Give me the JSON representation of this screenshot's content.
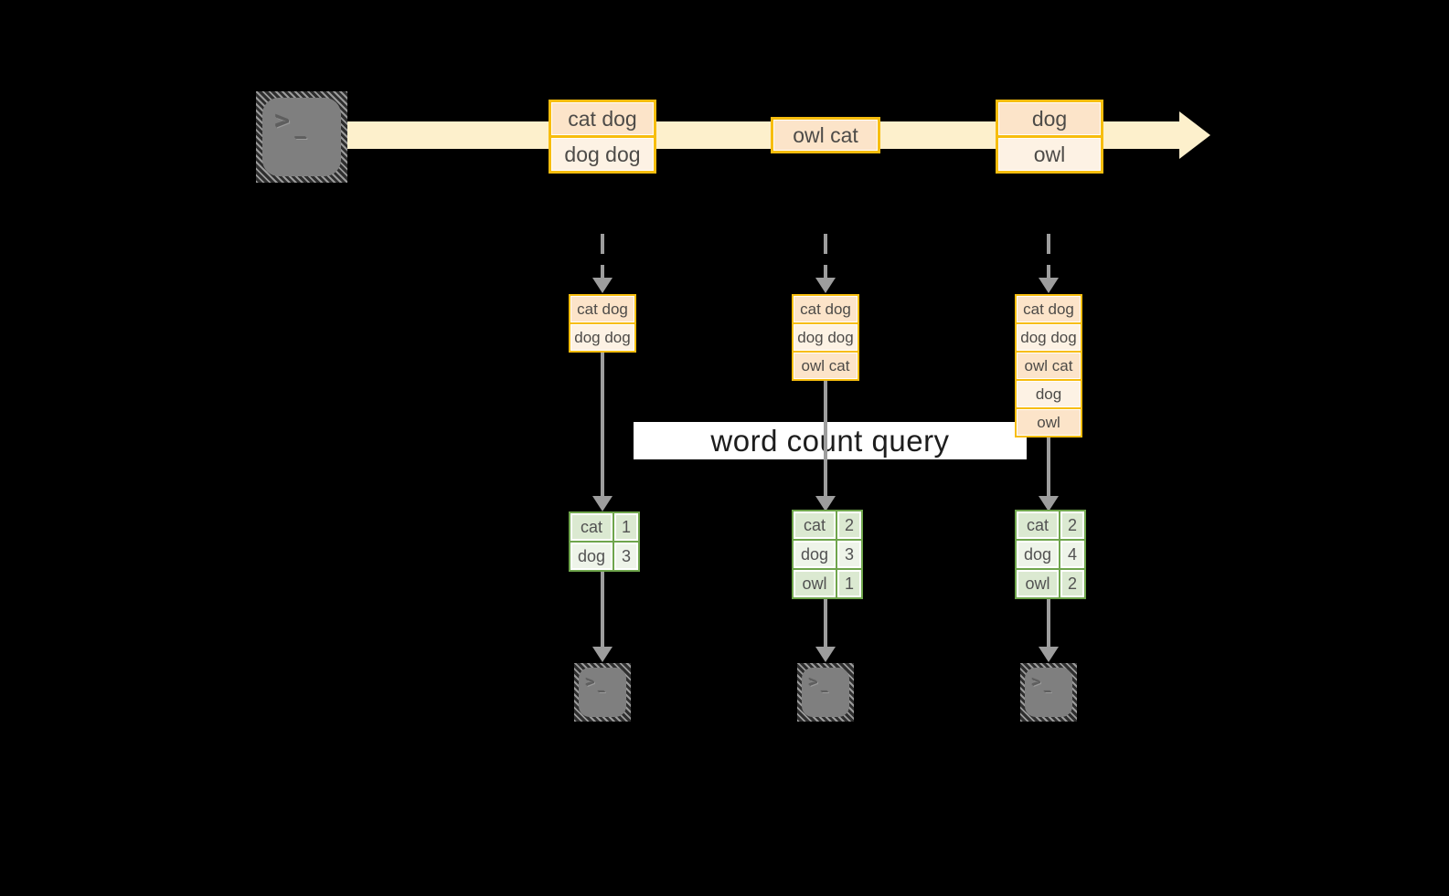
{
  "query": {
    "label": "word count query"
  },
  "terminal": {
    "chevron": ">",
    "cursor": "_"
  },
  "stream": {
    "messages": [
      {
        "rows": [
          "cat dog",
          "dog dog"
        ]
      },
      {
        "rows": [
          "owl cat"
        ]
      },
      {
        "rows": [
          "dog",
          "owl"
        ]
      }
    ]
  },
  "pipelines": [
    {
      "buffer": [
        "cat dog",
        "dog dog"
      ],
      "counts": [
        {
          "word": "cat",
          "count": "1"
        },
        {
          "word": "dog",
          "count": "3"
        }
      ]
    },
    {
      "buffer": [
        "cat dog",
        "dog dog",
        "owl cat"
      ],
      "counts": [
        {
          "word": "cat",
          "count": "2"
        },
        {
          "word": "dog",
          "count": "3"
        },
        {
          "word": "owl",
          "count": "1"
        }
      ]
    },
    {
      "buffer": [
        "cat dog",
        "dog dog",
        "owl cat",
        "dog",
        "owl"
      ],
      "counts": [
        {
          "word": "cat",
          "count": "2"
        },
        {
          "word": "dog",
          "count": "4"
        },
        {
          "word": "owl",
          "count": "2"
        }
      ]
    }
  ],
  "colors": {
    "background": "#000000",
    "stream_band": "#fdf0cc",
    "accent_orange": "#f7bd0e",
    "fill_peach": "#fce4c9",
    "fill_cream": "#fdf2e4",
    "accent_green": "#6fa54c",
    "fill_green_dark": "#dbe9d1",
    "fill_green_light": "#eef4e9",
    "arrow_gray": "#9d9d9d",
    "terminal_gray": "#7f7f7f",
    "query_band": "#ffffff"
  }
}
